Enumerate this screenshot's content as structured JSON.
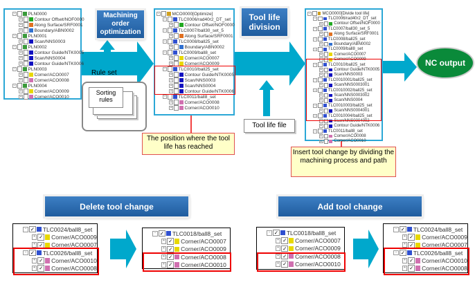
{
  "colors": {
    "accent": "#00a8cc",
    "button": "#2a6cb0",
    "highlight": "#e00000",
    "nc": "#0a8a3a"
  },
  "tree1": [
    [
      0,
      "PLN0000",
      "plan"
    ],
    [
      1,
      "Contour Offset/NOF0000",
      "green"
    ],
    [
      1,
      "Along Surface/SRF0001",
      "orange"
    ],
    [
      1,
      "Boundary/ABN0002",
      "blue"
    ],
    [
      0,
      "PLN0001",
      "plan"
    ],
    [
      1,
      "Scan/NNS0003",
      "navy"
    ],
    [
      0,
      "PLN0002",
      "plan"
    ],
    [
      1,
      "Contour Guide/NTK0005",
      "navy"
    ],
    [
      1,
      "Scan/NNS0004",
      "navy"
    ],
    [
      1,
      "Contour Guide/NTK0006",
      "navy"
    ],
    [
      0,
      "PLN0003",
      "plan"
    ],
    [
      1,
      "Corner/ACO0007",
      "yellow"
    ],
    [
      1,
      "Corner/ACO0008",
      "pink"
    ],
    [
      0,
      "PLN0004",
      "plan"
    ],
    [
      1,
      "Corner/ACO0009",
      "yellow"
    ],
    [
      1,
      "Corner/ACO0010",
      "pink"
    ]
  ],
  "tree2": [
    [
      -1,
      "MCO0000[Optimize]",
      "mco"
    ],
    [
      0,
      "TLC0006/rad40r2_DT_set",
      "tool"
    ],
    [
      1,
      "Contour Offset/NOF0000",
      "green"
    ],
    [
      0,
      "TLC0007/ball30_set_5",
      "tool"
    ],
    [
      1,
      "Along Surface/SRF0001",
      "orange"
    ],
    [
      0,
      "TLC0008/ball25_set",
      "tool"
    ],
    [
      1,
      "Boundary/ABN0002",
      "blue"
    ],
    [
      0,
      "TLC0009/ball8_set",
      "tool"
    ],
    [
      1,
      "Corner/ACO0007",
      "yellow"
    ],
    [
      1,
      "Corner/ACO0009",
      "yellow"
    ],
    [
      0,
      "TLC0010/ball25_set",
      "tool"
    ],
    [
      1,
      "Contour Guide/NTK0005",
      "navy"
    ],
    [
      1,
      "Scan/NNS0003",
      "navy"
    ],
    [
      1,
      "Scan/NNS0004",
      "navy"
    ],
    [
      1,
      "Contour Guide/NTK0006",
      "navy"
    ],
    [
      0,
      "TLC0011/ball8_set",
      "tool"
    ],
    [
      1,
      "Corner/ACO0008",
      "pink"
    ],
    [
      1,
      "Corner/ACO0010",
      "pink"
    ]
  ],
  "tree3": [
    [
      -1,
      "MCO0000[Divide tool life]",
      "mco"
    ],
    [
      0,
      "TLC0006/rad40r2_DT_set",
      "tool"
    ],
    [
      1,
      "Contour Offset/NOF0000",
      "green"
    ],
    [
      0,
      "TLC0007/ball30_set_5",
      "tool"
    ],
    [
      1,
      "Along Surface/SRF0001",
      "orange"
    ],
    [
      0,
      "TLC0008/ball25_set",
      "tool"
    ],
    [
      1,
      "Boundary/ABN0002",
      "blue"
    ],
    [
      0,
      "TLC0009/ball8_set",
      "tool"
    ],
    [
      1,
      "Corner/ACO0007",
      "yellow"
    ],
    [
      1,
      "Corner/ACO0009",
      "yellow"
    ],
    [
      0,
      "TLC0010/ball25_set",
      "tool"
    ],
    [
      1,
      "Contour Guide/NTK0005",
      "navy"
    ],
    [
      1,
      "Scan/NNS0003",
      "navy"
    ],
    [
      0,
      "TLC0010001/ball25_set",
      "tool"
    ],
    [
      1,
      "Scan/NNS0003001",
      "navy"
    ],
    [
      0,
      "TLC0010002/ball25_set",
      "tool"
    ],
    [
      1,
      "Scan/NNS0003002",
      "navy"
    ],
    [
      1,
      "Scan/NNS0004",
      "navy"
    ],
    [
      0,
      "TLC0010003/ball25_set",
      "tool"
    ],
    [
      1,
      "Scan/NNS0004001",
      "navy"
    ],
    [
      0,
      "TLC0010004/ball25_set",
      "tool"
    ],
    [
      1,
      "Scan/NNS0004002",
      "navy"
    ],
    [
      1,
      "Contour Guide/NTK0006",
      "navy"
    ],
    [
      0,
      "TLC0011/ball8_set",
      "tool"
    ],
    [
      1,
      "Corner/ACO0008",
      "pink"
    ],
    [
      1,
      "Corner/ACO0010",
      "pink"
    ]
  ],
  "treeA": [
    [
      0,
      "TLC0024/ball8_set",
      "tool"
    ],
    [
      1,
      "Corner/ACO0009",
      "yellow"
    ],
    [
      1,
      "Corner/ACO0007",
      "yellow"
    ],
    [
      0,
      "TLC0026/ball8_set",
      "tool"
    ],
    [
      1,
      "Corner/ACO0010",
      "pink"
    ],
    [
      1,
      "Corner/ACO0008",
      "pink"
    ]
  ],
  "treeB": [
    [
      0,
      "TLC0018/ball8_set",
      "tool"
    ],
    [
      1,
      "Corner/ACO0007",
      "yellow"
    ],
    [
      1,
      "Corner/ACO0009",
      "yellow"
    ],
    [
      1,
      "Corner/ACO0008",
      "pink"
    ],
    [
      1,
      "Corner/ACO0010",
      "pink"
    ]
  ],
  "treeC": [
    [
      0,
      "TLC0018/ball8_set",
      "tool"
    ],
    [
      1,
      "Corner/ACO0007",
      "yellow"
    ],
    [
      1,
      "Corner/ACO0009",
      "yellow"
    ],
    [
      1,
      "Corner/ACO0008",
      "pink"
    ],
    [
      1,
      "Corner/ACO0010",
      "pink"
    ]
  ],
  "treeD": [
    [
      0,
      "TLC0024/ball8_set",
      "tool"
    ],
    [
      1,
      "Corner/ACO0009",
      "yellow"
    ],
    [
      1,
      "Corner/ACO0007",
      "yellow"
    ],
    [
      0,
      "TLC0026/ball8_set",
      "tool"
    ],
    [
      1,
      "Corner/ACO0010",
      "pink"
    ],
    [
      1,
      "Corner/ACO0008",
      "pink"
    ]
  ],
  "labels": {
    "machining_order": "Machining order optimization",
    "rule_set": "Rule set",
    "sorting_rules": "Sorting rules",
    "tool_life_division": "Tool life division",
    "tool_life_file": "Tool life file",
    "position_note": "The position where the tool life has reached",
    "insert_note": "Insert tool change by dividing the machining process and path",
    "nc_output": "NC output",
    "delete_tool_change": "Delete tool change",
    "add_tool_change": "Add tool change"
  }
}
